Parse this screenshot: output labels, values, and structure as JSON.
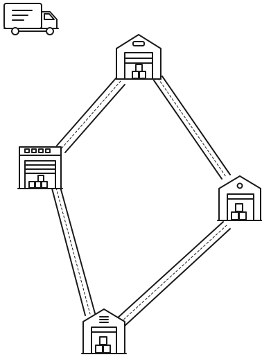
{
  "diagram": {
    "stroke_color": "#1a1a1a",
    "background": "#ffffff",
    "nodes": [
      {
        "id": "truck",
        "icon": "delivery-truck-icon"
      },
      {
        "id": "warehouse-top",
        "icon": "warehouse-icon"
      },
      {
        "id": "warehouse-left",
        "icon": "factory-warehouse-icon"
      },
      {
        "id": "warehouse-right",
        "icon": "warehouse-icon"
      },
      {
        "id": "warehouse-bottom",
        "icon": "warehouse-icon"
      }
    ],
    "routes": [
      {
        "from": "warehouse-top",
        "to": "warehouse-left"
      },
      {
        "from": "warehouse-top",
        "to": "warehouse-right"
      },
      {
        "from": "warehouse-left",
        "to": "warehouse-bottom"
      },
      {
        "from": "warehouse-right",
        "to": "warehouse-bottom"
      }
    ]
  }
}
